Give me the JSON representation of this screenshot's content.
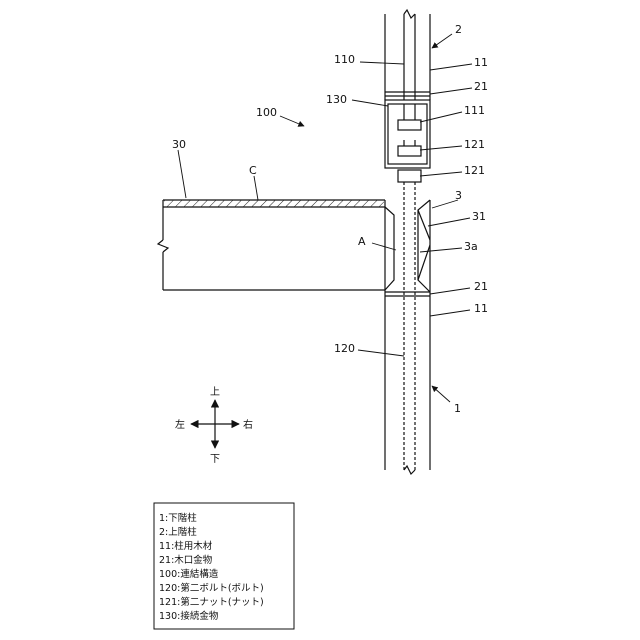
{
  "diagram": {
    "labels": {
      "l2": "2",
      "l11_top": "11",
      "l110": "110",
      "l21_top": "21",
      "l130": "130",
      "l111": "111",
      "l100": "100",
      "l121_a": "121",
      "l121_b": "121",
      "l30": "30",
      "lC": "C",
      "l3": "3",
      "l31": "31",
      "lA": "A",
      "l3a": "3a",
      "l21_bot": "21",
      "l11_bot": "11",
      "l120": "120",
      "l1": "1"
    },
    "directions": {
      "up": "上",
      "down": "下",
      "left": "左",
      "right": "右"
    }
  },
  "legend": {
    "items": [
      "1:下階柱",
      "2:上階柱",
      "11:柱用木材",
      "21:木口金物",
      "100:連結構造",
      "120:第二ボルト(ボルト)",
      "121:第二ナット(ナット)",
      "130:接続金物"
    ]
  }
}
